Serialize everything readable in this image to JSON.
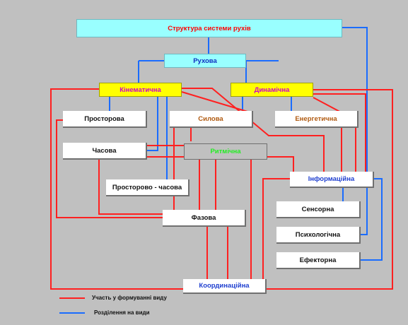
{
  "colors": {
    "background": "#c0c0c0",
    "red_line": "#ff2020",
    "blue_line": "#1a6cff",
    "title_fill": "#99ffff",
    "title_text": "#ff0000",
    "yellow_fill": "#ffff00"
  },
  "nodes": {
    "title": "Структура системи рухів",
    "rukhova": "Рухова",
    "kinematychna": "Кінематична",
    "dynamichna": "Динамічна",
    "prostorova": "Просторова",
    "sylova": "Силова",
    "enerhetychna": "Енергетична",
    "chasova": "Часова",
    "rytmichna": "Ритмічна",
    "informatsiina": "Інформаційна",
    "prostorovo_chasova": "Просторово - часова",
    "sensorna": "Сенсорна",
    "fazova": "Фазова",
    "psykholohichna": "Психологічна",
    "efektorna": "Ефекторна",
    "koordynatsiina": "Координаційна"
  },
  "legend": {
    "red": "Участь у формуванні виду",
    "blue": "Розділення на види"
  }
}
